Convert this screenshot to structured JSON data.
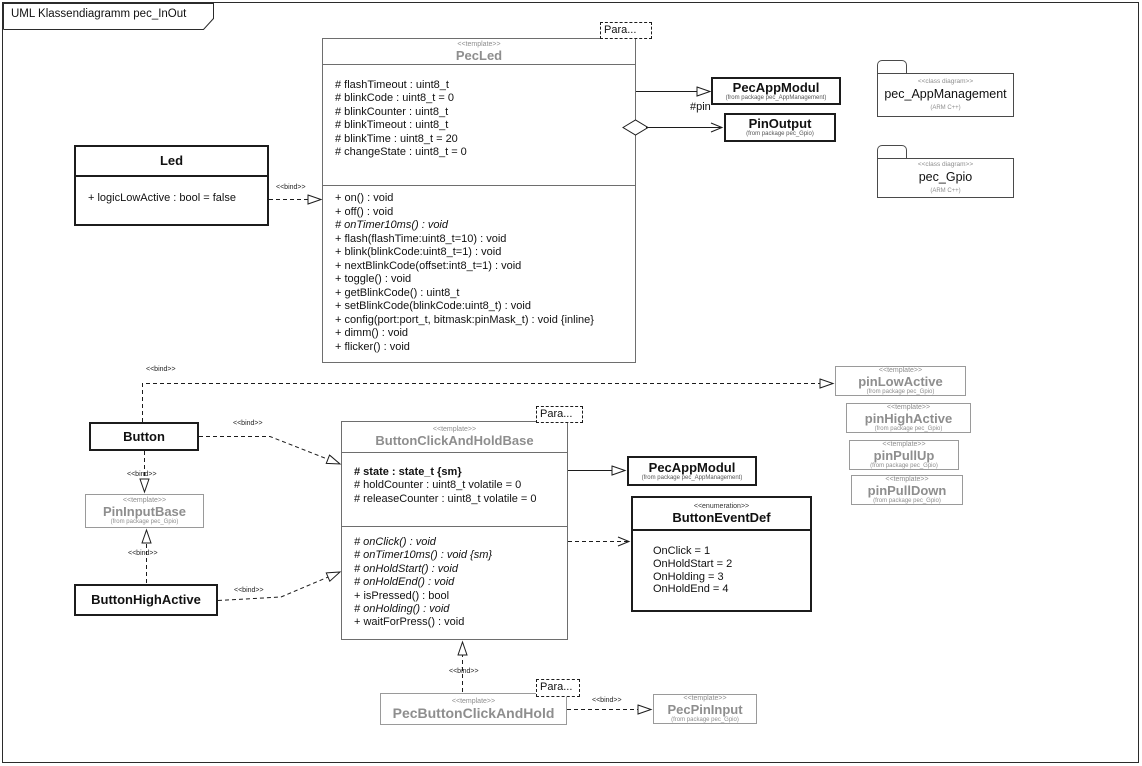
{
  "frame": {
    "title": "UML Klassendiagramm pec_InOut"
  },
  "labels": {
    "bind": "<<bind>>",
    "pin": "#pin",
    "para": "Para..."
  },
  "stereotypes": {
    "template": "<<template>>",
    "enumeration": "<<enumeration>>"
  },
  "classes": {
    "led": {
      "name": "Led",
      "attributes": [
        "+ logicLowActive : bool = false"
      ]
    },
    "pec_led": {
      "name": "PecLed",
      "attributes": [
        "# flashTimeout : uint8_t",
        "# blinkCode : uint8_t = 0",
        "# blinkCounter : uint8_t",
        "# blinkTimeout : uint8_t",
        "# blinkTime : uint8_t = 20",
        "# changeState : uint8_t = 0"
      ],
      "methods": [
        {
          "text": "+ on() : void"
        },
        {
          "text": "+ off() : void"
        },
        {
          "text": "# onTimer10ms() : void",
          "italic": true
        },
        {
          "text": "+ flash(flashTime:uint8_t=10) : void"
        },
        {
          "text": "+ blink(blinkCode:uint8_t=1) : void"
        },
        {
          "text": "+ nextBlinkCode(offset:int8_t=1) : void"
        },
        {
          "text": "+ toggle() : void"
        },
        {
          "text": "+ getBlinkCode() : uint8_t"
        },
        {
          "text": "+ setBlinkCode(blinkCode:uint8_t) : void"
        },
        {
          "text": "+ config(port:port_t, bitmask:pinMask_t) : void {inline}"
        },
        {
          "text": "+ dimm() : void"
        },
        {
          "text": "+ flicker() : void"
        }
      ]
    },
    "pec_app_modul_top": {
      "name": "PecAppModul",
      "subtitle": "(from package pec_AppManagement)"
    },
    "pin_output": {
      "name": "PinOutput",
      "subtitle": "(from package pec_Gpio)"
    },
    "button": {
      "name": "Button"
    },
    "pin_input_base": {
      "name": "PinInputBase",
      "subtitle": "(from package pec_Gpio)"
    },
    "button_high_active": {
      "name": "ButtonHighActive"
    },
    "button_click_and_hold_base": {
      "name": "ButtonClickAndHoldBase",
      "attributes": [
        {
          "text": "# state : state_t {sm}",
          "bold": true
        },
        {
          "text": "# holdCounter : uint8_t volatile = 0"
        },
        {
          "text": "# releaseCounter : uint8_t volatile = 0"
        }
      ],
      "methods": [
        {
          "text": "# onClick() : void",
          "italic": true
        },
        {
          "text": "# onTimer10ms() : void {sm}",
          "italic": true
        },
        {
          "text": "# onHoldStart() : void",
          "italic": true
        },
        {
          "text": "# onHoldEnd() : void",
          "italic": true
        },
        {
          "text": "+ isPressed() : bool"
        },
        {
          "text": "# onHolding() : void",
          "italic": true
        },
        {
          "text": "+ waitForPress() : void"
        }
      ]
    },
    "pec_app_modul_mid": {
      "name": "PecAppModul",
      "subtitle": "(from package pec_AppManagement)"
    },
    "button_event_def": {
      "name": "ButtonEventDef",
      "values": [
        "OnClick = 1",
        "OnHoldStart = 2",
        "OnHolding = 3",
        "OnHoldEnd = 4"
      ]
    },
    "pin_low_active": {
      "name": "pinLowActive",
      "subtitle": "(from package pec_Gpio)"
    },
    "pin_high_active": {
      "name": "pinHighActive",
      "subtitle": "(from package pec_Gpio)"
    },
    "pin_pull_up": {
      "name": "pinPullUp",
      "subtitle": "(from package pec_Gpio)"
    },
    "pin_pull_down": {
      "name": "pinPullDown",
      "subtitle": "(from package pec_Gpio)"
    },
    "pec_button_click_and_hold": {
      "name": "PecButtonClickAndHold"
    },
    "pec_pin_input": {
      "name": "PecPinInput",
      "subtitle": "(from package pec_Gpio)"
    }
  },
  "packages": {
    "app_management": {
      "stereotype": "<<class diagram>>",
      "name": "pec_AppManagement",
      "subtitle": "(ARM C++)"
    },
    "gpio": {
      "stereotype": "<<class diagram>>",
      "name": "pec_Gpio",
      "subtitle": "(ARM C++)"
    }
  },
  "colors": {
    "line": "#1c1c1c",
    "gray": "#8e8e8e",
    "template_border": "#6e6e6e",
    "external_border": "#9a9a9a"
  }
}
